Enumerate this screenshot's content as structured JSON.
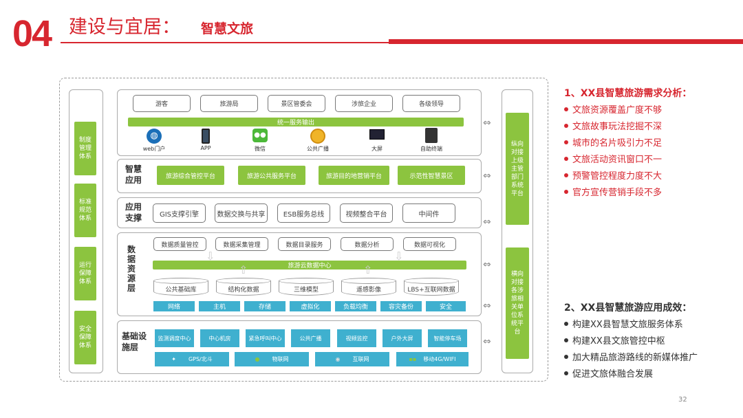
{
  "header": {
    "number": "04",
    "title": "建设与宜居：",
    "subtitle": "智慧文旅"
  },
  "left_column": [
    "制度\n管理\n体系",
    "标准\n规范\n体系",
    "运行\n保障\n体系",
    "安全\n保障\n体系"
  ],
  "right_column": [
    "纵向\n对接\n上级\n主管\n部门\n系统\n平台",
    "横向\n对接\n各涉\n旅相\n关单\n位系\n统平\n台"
  ],
  "users": [
    "游客",
    "旅游局",
    "景区管委会",
    "涉旅企业",
    "各级领导"
  ],
  "output_bar": "统一服务输出",
  "channels": [
    {
      "label": "web门户",
      "icon": "globe-icon"
    },
    {
      "label": "APP",
      "icon": "phone-icon"
    },
    {
      "label": "微信",
      "icon": "wechat-icon"
    },
    {
      "label": "公共广播",
      "icon": "speaker-icon"
    },
    {
      "label": "大屏",
      "icon": "monitor-icon"
    },
    {
      "label": "自助终端",
      "icon": "kiosk-icon"
    }
  ],
  "smart_app": {
    "label": "智慧\n应用",
    "items": [
      "旅游综合管控平台",
      "旅游公共服务平台",
      "旅游目的地营销平台",
      "示范性智慧景区"
    ]
  },
  "app_support": {
    "label": "应用\n支撑",
    "items": [
      "GIS支撑引擎",
      "数据交换与共享",
      "ESB服务总线",
      "视频整合平台",
      "中间件"
    ]
  },
  "data_layer": {
    "label": "数\n据\n资\n源\n层",
    "top_items": [
      "数据质量管控",
      "数据采集管理",
      "数据目录服务",
      "数据分析",
      "数据可视化"
    ],
    "center_bar": "旅游云数据中心",
    "databases": [
      "公共基础库",
      "结构化数据",
      "三维模型",
      "遥感影像",
      "LBS+互联网数据"
    ],
    "infra_items": [
      "网络",
      "主机",
      "存储",
      "虚拟化",
      "负载均衡",
      "容灾备份",
      "安全"
    ]
  },
  "base_layer": {
    "label": "基础设\n施层",
    "items": [
      "监测调度中心",
      "中心机房",
      "紧急呼叫中心",
      "公共广播",
      "视频监控",
      "户外大屏",
      "智能停车场"
    ],
    "networks": [
      {
        "label": "GPS/北斗",
        "icon": "satellite-icon"
      },
      {
        "label": "物联网",
        "icon": "iot-icon"
      },
      {
        "label": "互联网",
        "icon": "internet-icon"
      },
      {
        "label": "移动4G/WIFI",
        "icon": "mobile-icon"
      }
    ]
  },
  "analysis": {
    "heading": "1、XX县智慧旅游需求分析：",
    "items": [
      "文旅资源覆盖广度不够",
      "文旅故事玩法挖掘不深",
      "城市的名片吸引力不足",
      "文旅活动资讯窗口不一",
      "预警管控程度力度不大",
      "官方宣传营销手段不多"
    ]
  },
  "results": {
    "heading": "2、XX县智慧旅游应用成效：",
    "items": [
      "构建XX县智慧文旅服务体系",
      "构建XX县文旅管控中枢",
      "加大精品旅游路线的新媒体推广",
      "促进文旅体融合发展"
    ]
  },
  "page_number": "32",
  "colors": {
    "accent": "#d7262f",
    "green": "#8cc43f",
    "teal": "#3fb0cf"
  }
}
